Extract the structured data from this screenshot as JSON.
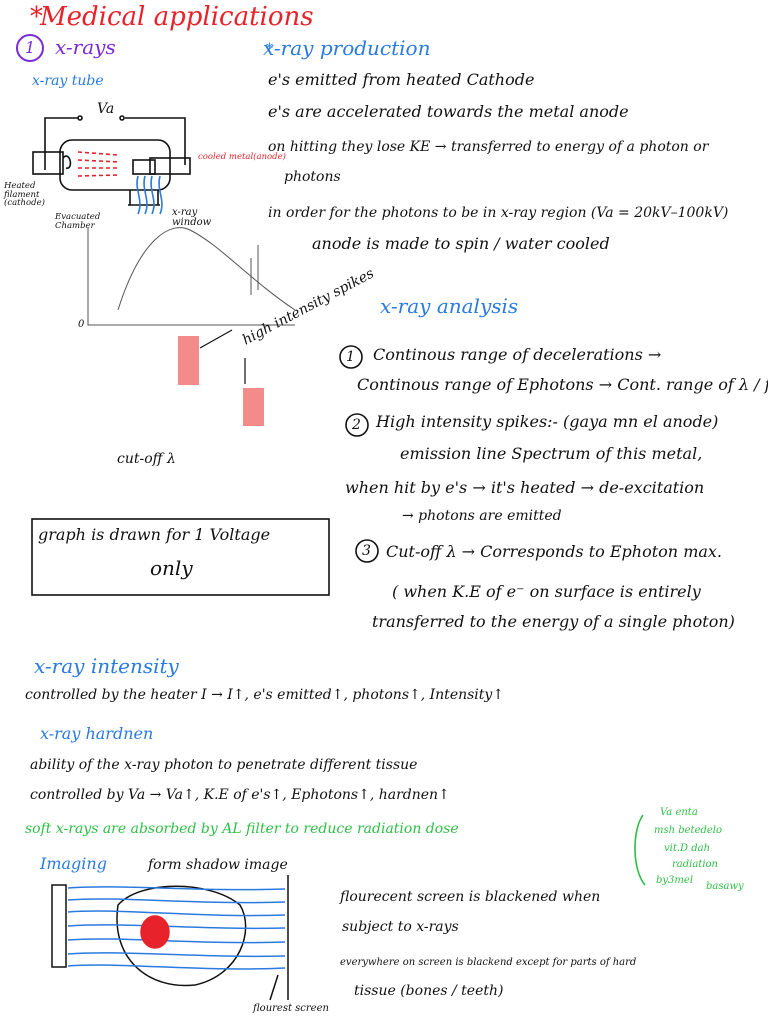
{
  "title": "Medical applications",
  "section1": {
    "number": "1",
    "label": "x-rays"
  },
  "tube": {
    "heading": "x-ray tube",
    "voltage": "Va",
    "cooled_metal": "cooled metal(anode)",
    "heated_filament": "Heated filament (cathode)",
    "evacuated_chamber": "Evacuated Chamber",
    "window": "x-ray window"
  },
  "production": {
    "heading": "x-ray production",
    "lines": [
      "e's emitted from heated Cathode",
      "e's are accelerated towards the metal anode",
      "on hitting they lose KE → transferred to energy of a photon or",
      "photons",
      "in order for the photons to be in x-ray region (Va = 20kV–100kV)",
      "anode is made to spin / water cooled"
    ]
  },
  "graph": {
    "origin": "0",
    "spikes_label": "high intensity spikes",
    "cutoff_label": "cut-off λ",
    "note_line1": "graph is drawn for 1 Voltage",
    "note_line2": "only"
  },
  "analysis": {
    "heading": "x-ray analysis",
    "lines": [
      "Continous range of decelerations →",
      "Continous range of Ephotons → Cont. range of λ / f",
      "High intensity spikes:- (gaya mn el anode)",
      "emission line Spectrum of this metal,",
      "when hit by e's → it's heated → de-excitation",
      "→ photons are emitted",
      "Cut-off λ → Corresponds to Ephoton max.",
      "( when K.E of e⁻ on surface is entirely",
      "transferred to the energy of a single photon)"
    ],
    "numbers": [
      "1",
      "2",
      "3"
    ]
  },
  "intensity": {
    "heading": "x-ray intensity",
    "line": "controlled by the heater I → I↑, e's emitted↑, photons↑, Intensity↑"
  },
  "hardness": {
    "heading": "x-ray hardnen",
    "lines": [
      "ability of the x-ray photon to penetrate different tissue",
      "controlled by Va → Va↑, K.E of e's↑, Ephotons↑, hardnen↑"
    ]
  },
  "soft": {
    "line": "soft x-rays are absorbed by AL filter to reduce radiation dose",
    "note": [
      "Va enta",
      "msh betedelo",
      "vit.D dah",
      "radiation",
      "by3mel",
      "basawy"
    ]
  },
  "imaging": {
    "heading": "Imaging",
    "subtitle": "form shadow image",
    "lines": [
      "flourecent screen is blackened when",
      "subject to x-rays",
      "everywhere on screen is blackend except for parts of hard",
      "tissue (bones / teeth)"
    ],
    "screen_label": "flourest screen"
  },
  "colors": {
    "red": "#e8222a",
    "blue": "#2a7be0",
    "green": "#2fbf46",
    "pink": "#f48b8b"
  }
}
